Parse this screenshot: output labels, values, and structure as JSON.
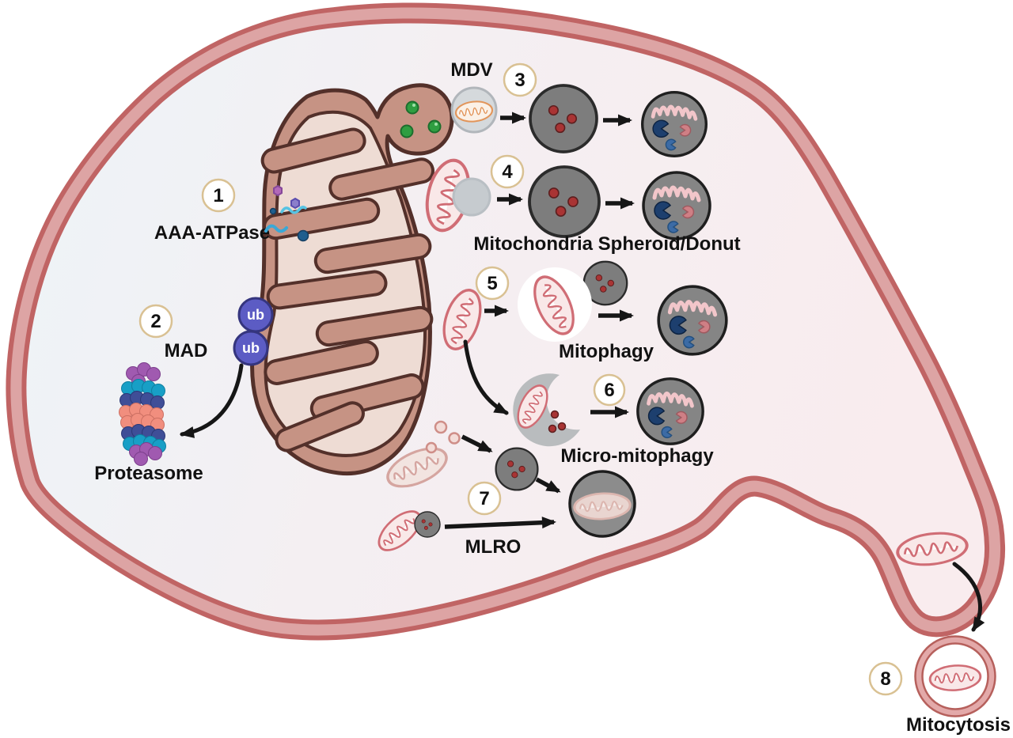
{
  "steps": {
    "s1": {
      "num": "1",
      "label": "AAA-ATPase"
    },
    "s2": {
      "num": "2",
      "label": "MAD"
    },
    "s3": {
      "num": "3",
      "label": "MDV"
    },
    "s4": {
      "num": "4",
      "label": "Mitochondria Spheroid/Donut"
    },
    "s5": {
      "num": "5",
      "label": "Mitophagy"
    },
    "s6": {
      "num": "6",
      "label": "Micro-mitophagy"
    },
    "s7": {
      "num": "7",
      "label": "MLRO"
    },
    "s8": {
      "num": "8",
      "label": "Mitocytosis"
    }
  },
  "other_labels": {
    "proteasome": "Proteasome",
    "ubiquitin": "ub"
  },
  "icons": {
    "cell-membrane": "double rose plasma-membrane band",
    "main-mitochondrion": "large sectioned mitochondrion with cristae",
    "mdv-bud": "membrane bud with green cargo dots",
    "lysosome": "gray circle with red cargo dots",
    "degrading-lysosome": "gray circle with cristae remnant and pac-man hydrolases",
    "autophagosome": "double light-blue ring engulfing mitochondrion",
    "micromitophagy-cup": "gray crescent lysosome engulfing mitochondrion",
    "mlro-organelle": "gray organelle with pale cristae mass",
    "proteasome": "stacked barrel of colored subunits",
    "mitocytosis-vesicle": "pink double-membrane vesicle with mitochondrion"
  },
  "colors": {
    "membrane-dark": "#c06464",
    "membrane-light": "#dda4a4",
    "cyto-left": "#edf4f8",
    "cyto-right": "#f9ecee",
    "mito-outline": "#53302a",
    "mito-outer": "#c69384",
    "mito-matrix": "#eedcd4",
    "green-dot": "#2f9e41",
    "pm-stroke": "#d06d75",
    "pm-fill": "#f9e8e8",
    "vesicle-fill": "#d5d9dc",
    "lyso-fill": "#7d7d7d",
    "red-dot": "#a93434",
    "degrade-fill": "#858585",
    "crista-remnant": "#f2c6ca",
    "pac-navy": "#1d3f6e",
    "pac-blue": "#3c6ba5",
    "pac-salmon": "#cf7f85",
    "auto-ring": "#bcd6e8",
    "cup-fill": "#b9bcbe",
    "mlro-fill": "#8c8c8c",
    "ub-fill": "#5c5cc4",
    "num-ring": "#d9c193",
    "arrow": "#161616",
    "prot-purple": "#a05ab0",
    "prot-teal": "#189fc6",
    "prot-navy": "#3f4e97",
    "prot-salmon": "#f18e7e",
    "mitocyte-band": "#e3a9a9"
  }
}
